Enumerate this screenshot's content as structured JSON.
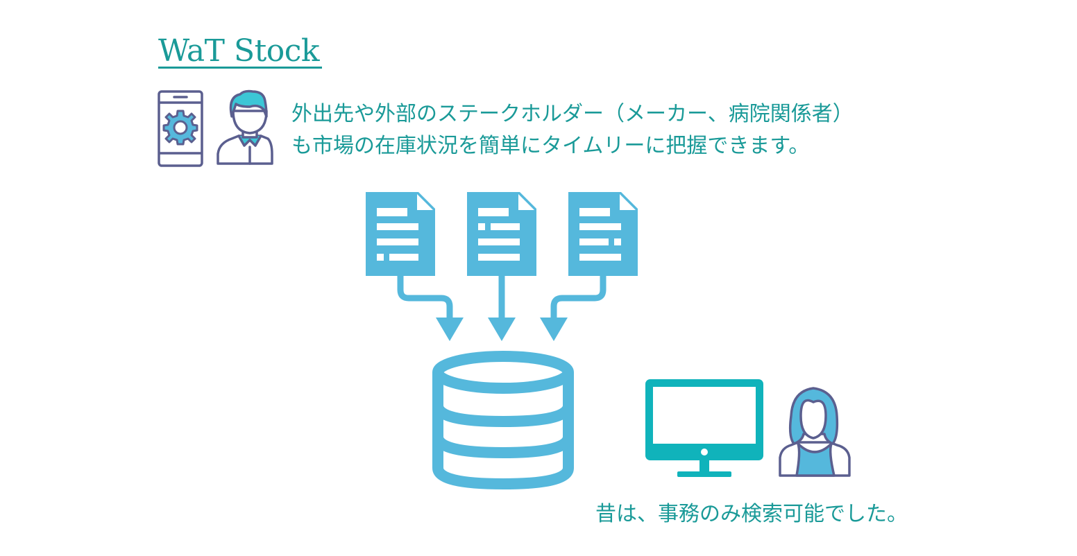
{
  "brand": {
    "name": "WaT Stock"
  },
  "description": {
    "line1": "外出先や外部のステークホルダー（メーカー、病院関係者）",
    "line2": "も市場の在庫状況を簡単にタイムリーに把握できます。"
  },
  "caption": "昔は、事務のみ検索可能でした。",
  "colors": {
    "accent_text": "#1a9a98",
    "doc_blue": "#55b8dc",
    "monitor_teal": "#10b3bb",
    "icon_outline": "#5b5f8f",
    "hair_cyan": "#3cc6d6"
  },
  "icons": [
    "phone-gear-icon",
    "man-avatar-icon",
    "document-icon",
    "database-icon",
    "monitor-icon",
    "woman-avatar-icon"
  ]
}
